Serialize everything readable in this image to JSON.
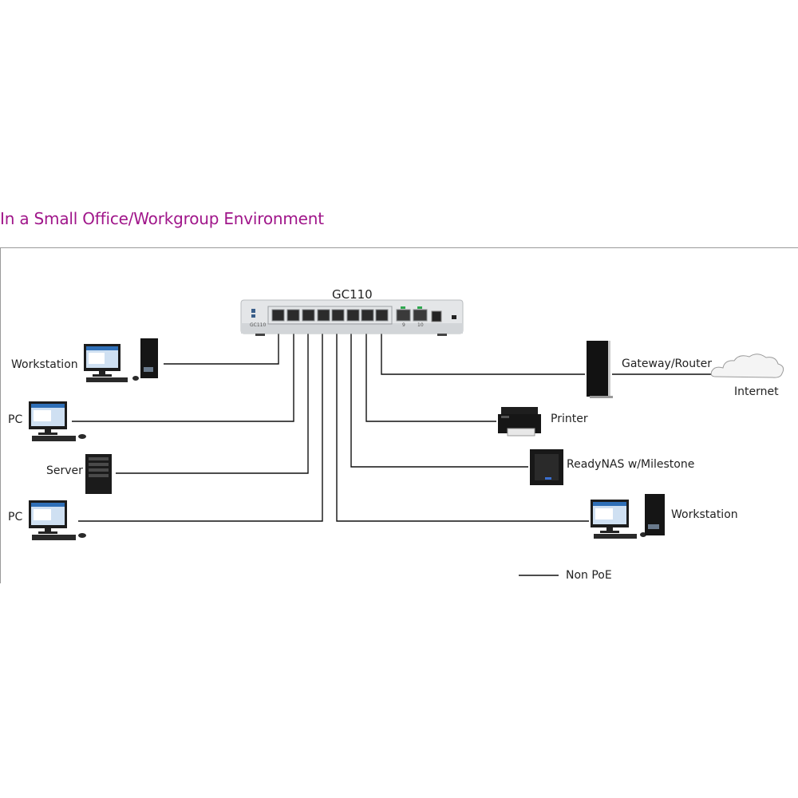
{
  "heading": "In a Small Office/Workgroup Environment",
  "switch": {
    "model": "GC110",
    "label_small": "GC110",
    "sfp_labels": [
      "9",
      "10"
    ]
  },
  "devices_left": [
    {
      "label": "Workstation",
      "icon": "workstation-icon"
    },
    {
      "label": "PC",
      "icon": "pc-icon"
    },
    {
      "label": "Server",
      "icon": "server-icon"
    },
    {
      "label": "PC",
      "icon": "pc-icon"
    }
  ],
  "devices_right": [
    {
      "label": "Gateway/Router",
      "icon": "router-icon"
    },
    {
      "label": "Printer",
      "icon": "printer-icon"
    },
    {
      "label": "ReadyNAS w/Milestone",
      "icon": "nas-icon"
    },
    {
      "label": "Workstation",
      "icon": "workstation-icon"
    }
  ],
  "internet": {
    "label": "Internet",
    "icon": "cloud-icon"
  },
  "legend": {
    "label": "Non PoE"
  },
  "colors": {
    "heading": "#a0168a",
    "line": "#111111",
    "frame": "#9a9a9a",
    "switch_body": "#e4e6e8"
  }
}
